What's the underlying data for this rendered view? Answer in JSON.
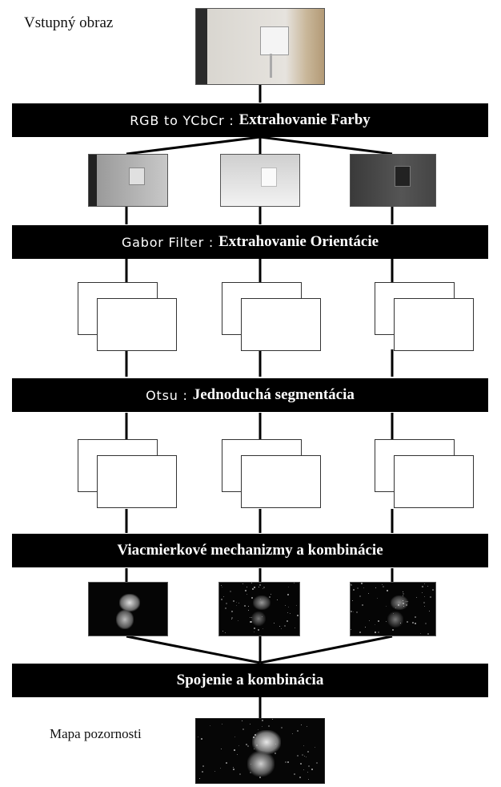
{
  "labels": {
    "input": "Vstupný obraz",
    "output": "Mapa pozornosti"
  },
  "stages": {
    "color": {
      "method": "RGB to YCbCr :",
      "description": "Extrahovanie Farby"
    },
    "gabor": {
      "method": "Gabor Filter :",
      "description": "Extrahovanie Orientácie"
    },
    "otsu": {
      "method": "Otsu :",
      "description": "Jednoduchá segmentácia"
    },
    "multiscale": {
      "description": "Viacmierkové mechanizmy a kombinácie"
    },
    "merge": {
      "description": "Spojenie a kombinácia"
    }
  },
  "colors": {
    "bar": "#000000",
    "bar_text": "#ffffff",
    "connector": "#000000"
  }
}
